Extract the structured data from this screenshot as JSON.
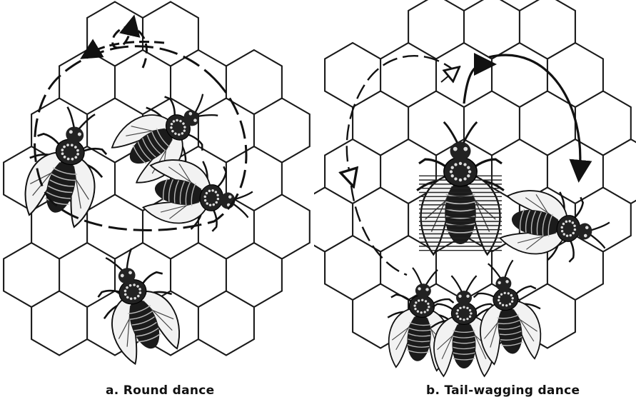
{
  "figure": {
    "panels": [
      {
        "id": "a",
        "caption": "a. Round dance"
      },
      {
        "id": "b",
        "caption": "b. Tail-wagging dance"
      }
    ]
  }
}
